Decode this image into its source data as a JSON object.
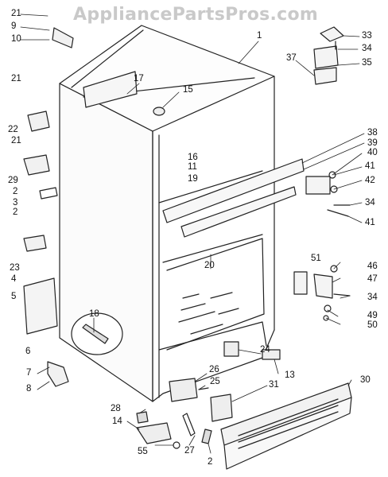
{
  "watermark": "AppliancePartsPros.com",
  "callouts": [
    {
      "id": "c21a",
      "text": "21"
    },
    {
      "id": "c9",
      "text": "9"
    },
    {
      "id": "c10",
      "text": "10"
    },
    {
      "id": "c1",
      "text": "1"
    },
    {
      "id": "c33",
      "text": "33"
    },
    {
      "id": "c34a",
      "text": "34"
    },
    {
      "id": "c37",
      "text": "37"
    },
    {
      "id": "c35",
      "text": "35"
    },
    {
      "id": "c21b",
      "text": "21"
    },
    {
      "id": "c17",
      "text": "17"
    },
    {
      "id": "c15",
      "text": "15"
    },
    {
      "id": "c22",
      "text": "22"
    },
    {
      "id": "c21c",
      "text": "21"
    },
    {
      "id": "c38",
      "text": "38"
    },
    {
      "id": "c39",
      "text": "39"
    },
    {
      "id": "c40",
      "text": "40"
    },
    {
      "id": "c16",
      "text": "16"
    },
    {
      "id": "c11",
      "text": "11"
    },
    {
      "id": "c41a",
      "text": "41"
    },
    {
      "id": "c29",
      "text": "29"
    },
    {
      "id": "c19",
      "text": "19"
    },
    {
      "id": "c42",
      "text": "42"
    },
    {
      "id": "c2a",
      "text": "2"
    },
    {
      "id": "c3",
      "text": "3"
    },
    {
      "id": "c34b",
      "text": "34"
    },
    {
      "id": "c2b",
      "text": "2"
    },
    {
      "id": "c41b",
      "text": "41"
    },
    {
      "id": "c20",
      "text": "20"
    },
    {
      "id": "c23",
      "text": "23"
    },
    {
      "id": "c4",
      "text": "4"
    },
    {
      "id": "c51",
      "text": "51"
    },
    {
      "id": "c46",
      "text": "46"
    },
    {
      "id": "c47",
      "text": "47"
    },
    {
      "id": "c5",
      "text": "5"
    },
    {
      "id": "c34c",
      "text": "34"
    },
    {
      "id": "c18",
      "text": "18"
    },
    {
      "id": "c49",
      "text": "49"
    },
    {
      "id": "c50",
      "text": "50"
    },
    {
      "id": "c6",
      "text": "6"
    },
    {
      "id": "c24",
      "text": "24"
    },
    {
      "id": "c13",
      "text": "13"
    },
    {
      "id": "c7",
      "text": "7"
    },
    {
      "id": "c26",
      "text": "26"
    },
    {
      "id": "c30",
      "text": "30"
    },
    {
      "id": "c25",
      "text": "25"
    },
    {
      "id": "c8",
      "text": "8"
    },
    {
      "id": "c31",
      "text": "31"
    },
    {
      "id": "c28",
      "text": "28"
    },
    {
      "id": "c14",
      "text": "14"
    },
    {
      "id": "c55",
      "text": "55"
    },
    {
      "id": "c27",
      "text": "27"
    },
    {
      "id": "c2c",
      "text": "2"
    }
  ]
}
